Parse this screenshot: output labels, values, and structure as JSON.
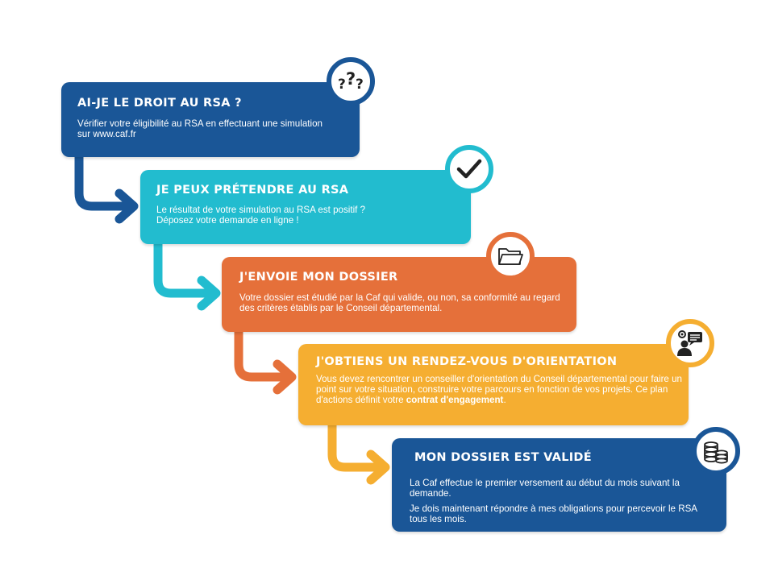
{
  "colors": {
    "navy": "#1a5697",
    "cyan": "#22bccf",
    "orange": "#e5703a",
    "yellow": "#f5ae31"
  },
  "steps": [
    {
      "title": "AI-JE LE DROIT AU RSA ?",
      "text": "Vérifier votre éligibilité au RSA en effectuant une simulation sur www.caf.fr",
      "icon": "question-marks-icon",
      "color": "#1a5697"
    },
    {
      "title": "JE PEUX PRÉTENDRE AU RSA",
      "text_line1": "Le résultat de votre simulation au RSA est positif ?",
      "text_line2": "Déposez votre demande en ligne !",
      "icon": "checkmark-icon",
      "color": "#22bccf"
    },
    {
      "title": "J'ENVOIE MON DOSSIER",
      "text": "Votre dossier est étudié par la Caf  qui valide, ou non, sa conformité au regard des critères établis par le Conseil départemental.",
      "icon": "folder-icon",
      "color": "#e5703a"
    },
    {
      "title": "J'OBTIENS UN RENDEZ-VOUS D'ORIENTATION",
      "text": "Vous devez rencontrer un conseiller d'orientation du Conseil départemental pour faire un point sur votre situation, construire votre parcours en fonction de vos projets. Ce plan d'actions définit votre ",
      "text_bold": "contrat d'engagement",
      "text_end": ".",
      "icon": "advisor-chat-icon",
      "color": "#f5ae31"
    },
    {
      "title": "MON DOSSIER EST VALIDÉ",
      "text_1": "La Caf effectue le premier versement au début du mois suivant la demande.",
      "text_2": "Je dois maintenant répondre à mes obligations pour percevoir le RSA tous les mois.",
      "icon": "coins-icon",
      "color": "#1a5697"
    }
  ]
}
